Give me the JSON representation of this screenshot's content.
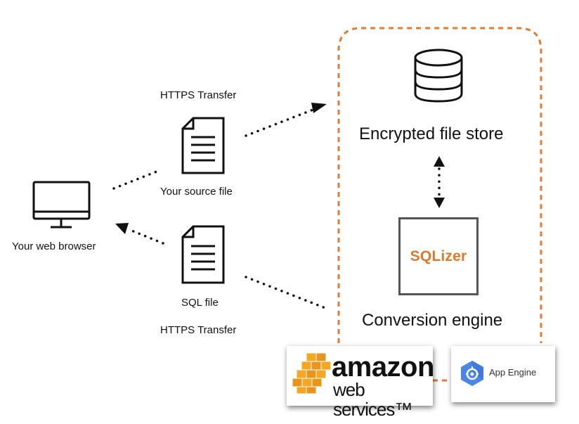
{
  "labels": {
    "https_top": "HTTPS Transfer",
    "source_file": "Your source file",
    "browser": "Your web browser",
    "sql_file": "SQL file",
    "https_bottom": "HTTPS Transfer",
    "file_store": "Encrypted file store",
    "conversion_engine": "Conversion engine"
  },
  "logos": {
    "sqlizer": "SQLizer",
    "aws_line1": "amazon",
    "aws_line2": "web services™",
    "app_engine": "App Engine"
  },
  "colors": {
    "accent_orange": "#e0782a",
    "dashed_border": "#e07b30",
    "gae_blue": "#4a86e8"
  },
  "icons": [
    "monitor-icon",
    "document-icon",
    "database-icon",
    "aws-boxes-icon",
    "app-engine-icon"
  ]
}
